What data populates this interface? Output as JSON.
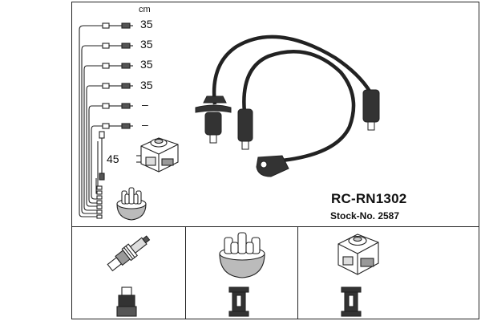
{
  "header": {
    "unit_label": "cm"
  },
  "lead_lengths": [
    "35",
    "35",
    "35",
    "35",
    "–",
    "–"
  ],
  "coil_lead_length": "45",
  "product": {
    "model": "RC-RN1302",
    "stock_number": "Stock-No. 2587"
  },
  "icons": {
    "spark_plug": "spark-plug-icon",
    "distributor_cap": "distributor-cap-icon",
    "ignition_coil": "ignition-coil-icon",
    "plug_connector": "plug-connector-icon",
    "cap_terminal": "cap-terminal-icon",
    "coil_terminal": "coil-terminal-icon"
  },
  "colors": {
    "line": "#222222",
    "background": "#ffffff"
  }
}
